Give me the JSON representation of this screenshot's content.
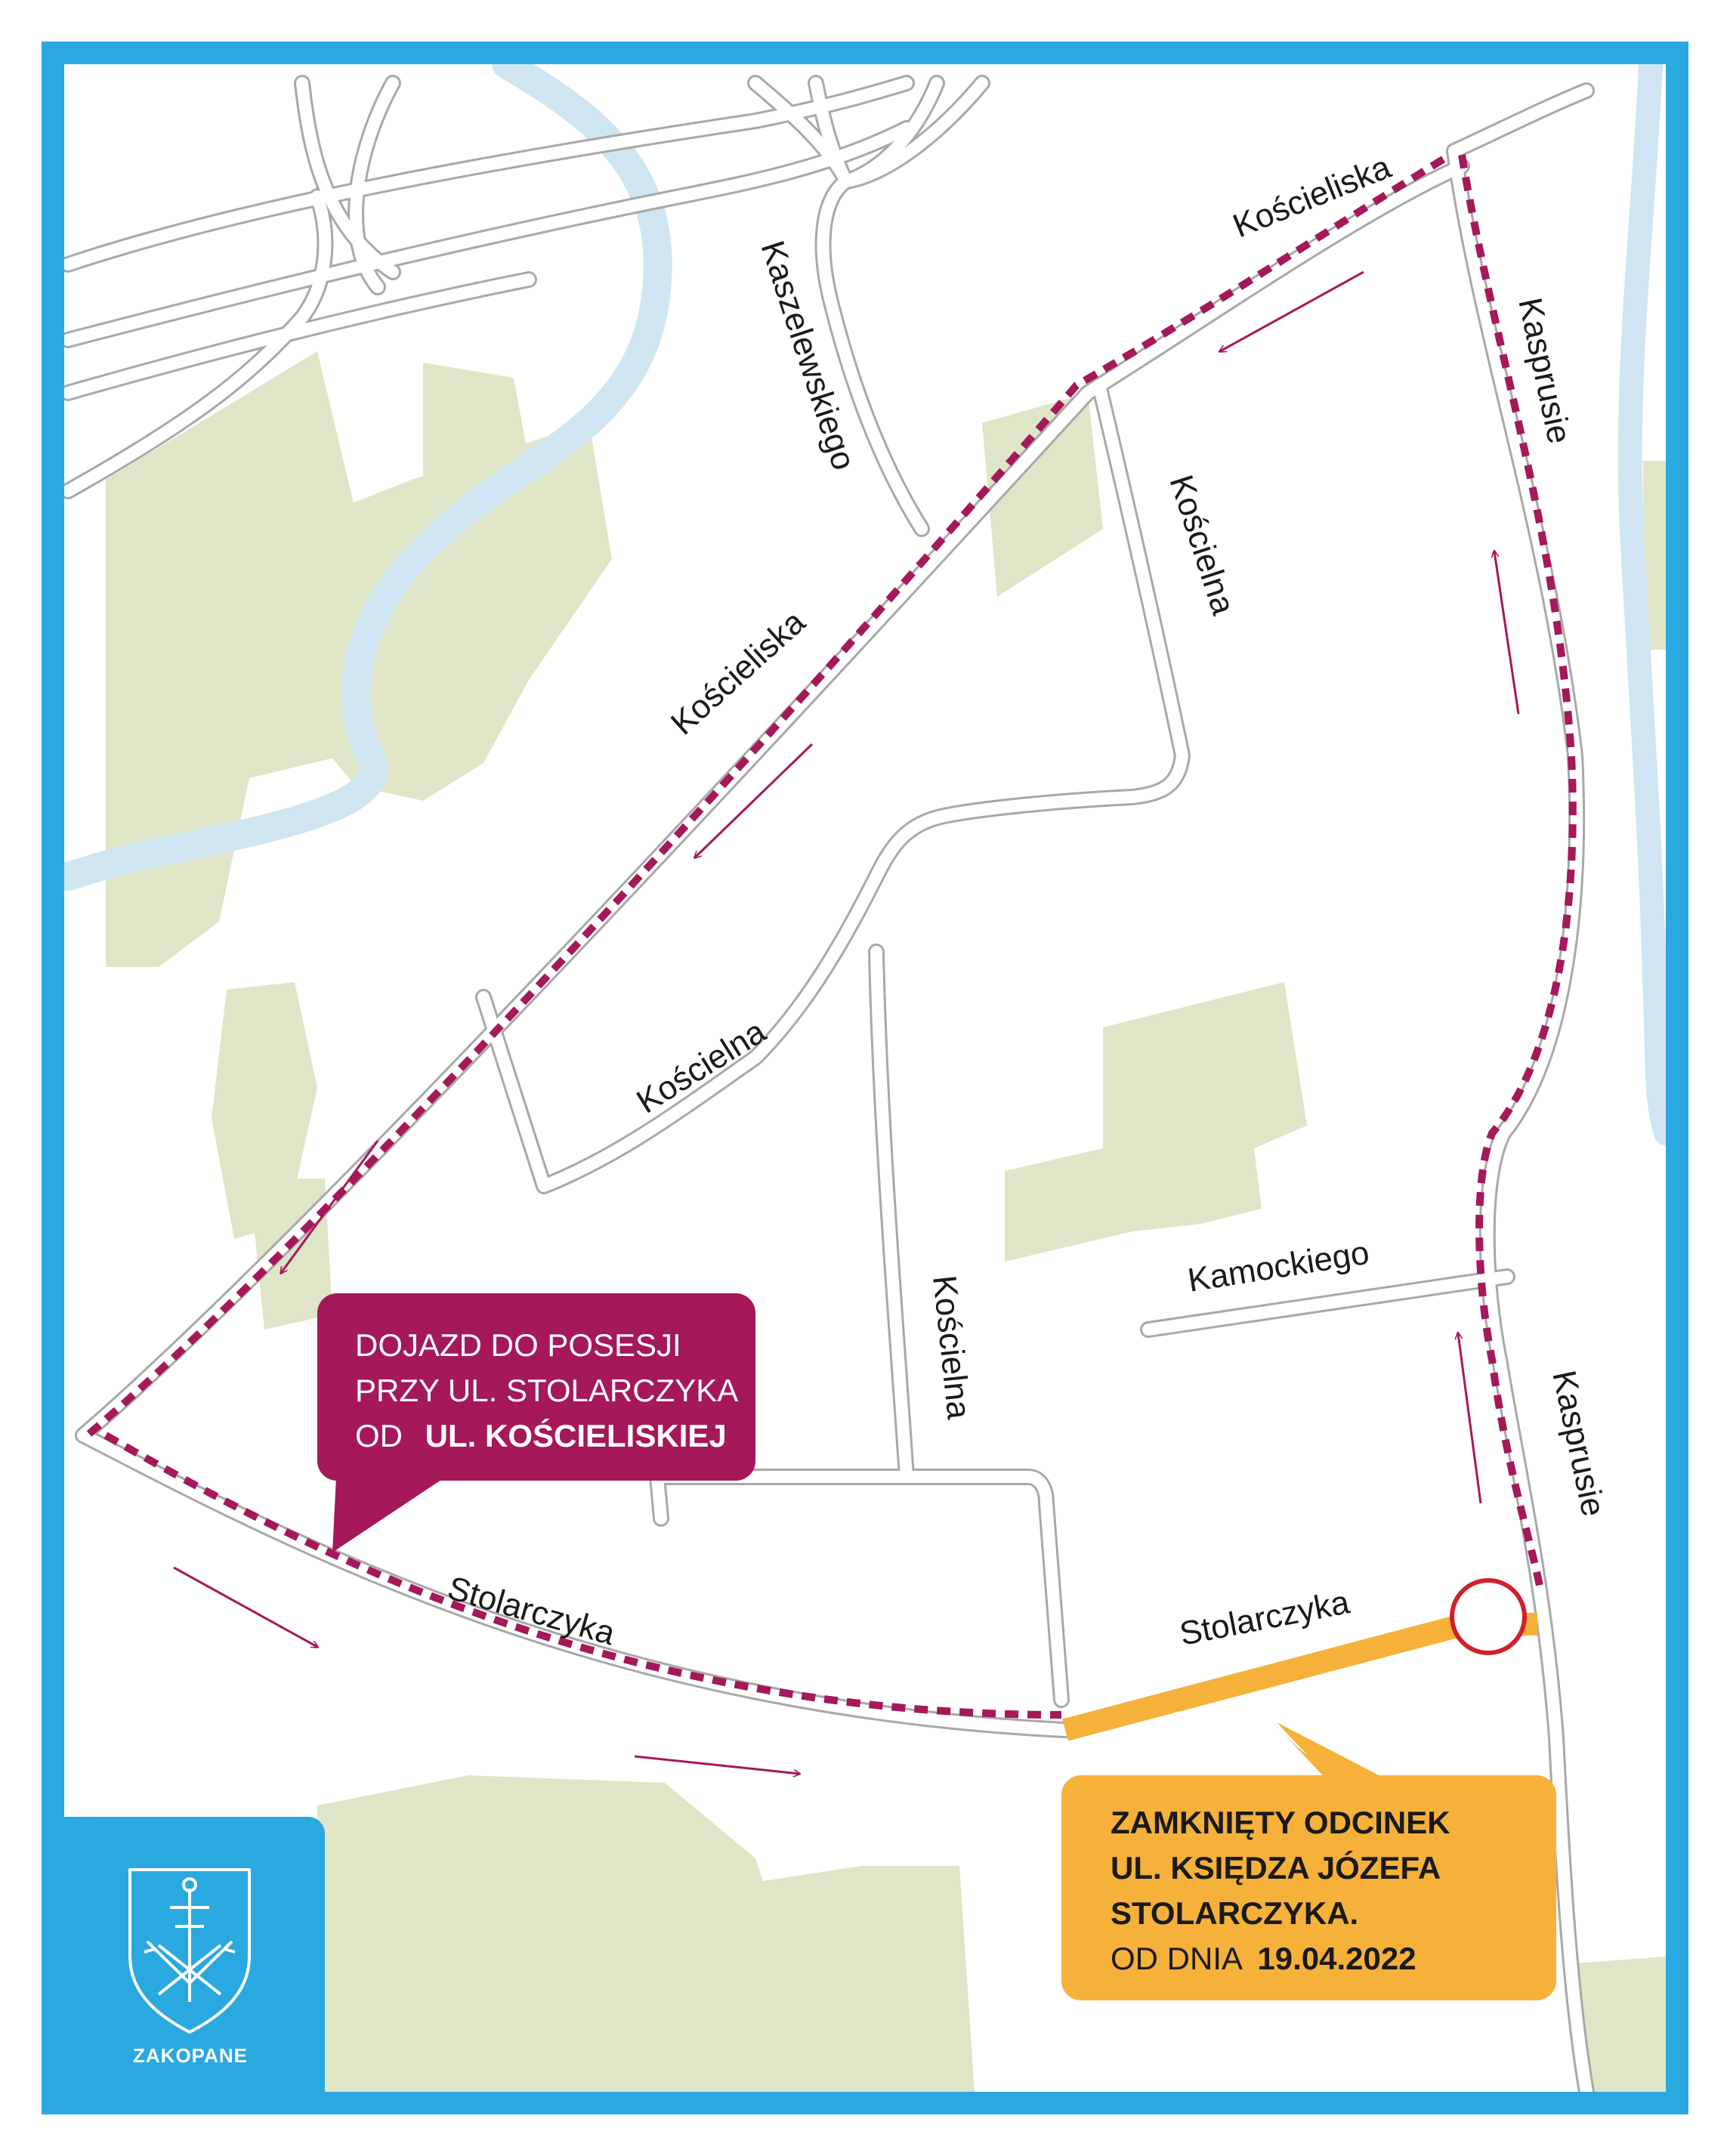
{
  "colors": {
    "frame": "#2aa8e0",
    "water": "#cfe6f2",
    "park": "#dfe6c7",
    "road_outline": "#a8a8a8",
    "detour": "#a5185a",
    "closed": "#f6b13b",
    "closed_marker": "#d2202b"
  },
  "streets": {
    "koscieliska_top": "Kościeliska",
    "koscieliska_mid": "Kościeliska",
    "kaszelewskiego": "Kaszelewskiego",
    "koscielna_1": "Kościelna",
    "koscielna_2": "Kościelna",
    "koscielna_3": "Kościelna",
    "kasprusie_1": "Kasprusie",
    "kasprusie_2": "Kasprusie",
    "kamockiego": "Kamockiego",
    "stolarczyka_1": "Stolarczyka",
    "stolarczyka_2": "Stolarczyka"
  },
  "callout_detour": {
    "line1": "DOJAZD DO POSESJI",
    "line2": "PRZY UL. STOLARCZYKA",
    "line3_prefix": "OD",
    "line3_bold": "UL. KOŚCIELISKIEJ"
  },
  "callout_closed": {
    "line1": "ZAMKNIĘTY ODCINEK",
    "line2": "UL. KSIĘDZA JÓZEFA",
    "line3": "STOLARCZYKA.",
    "line4_prefix": "OD DNIA",
    "line4_bold": "19.04.2022"
  },
  "logo": {
    "icon": "zakopane-coat-of-arms-icon",
    "text": "ZAKOPANE"
  }
}
